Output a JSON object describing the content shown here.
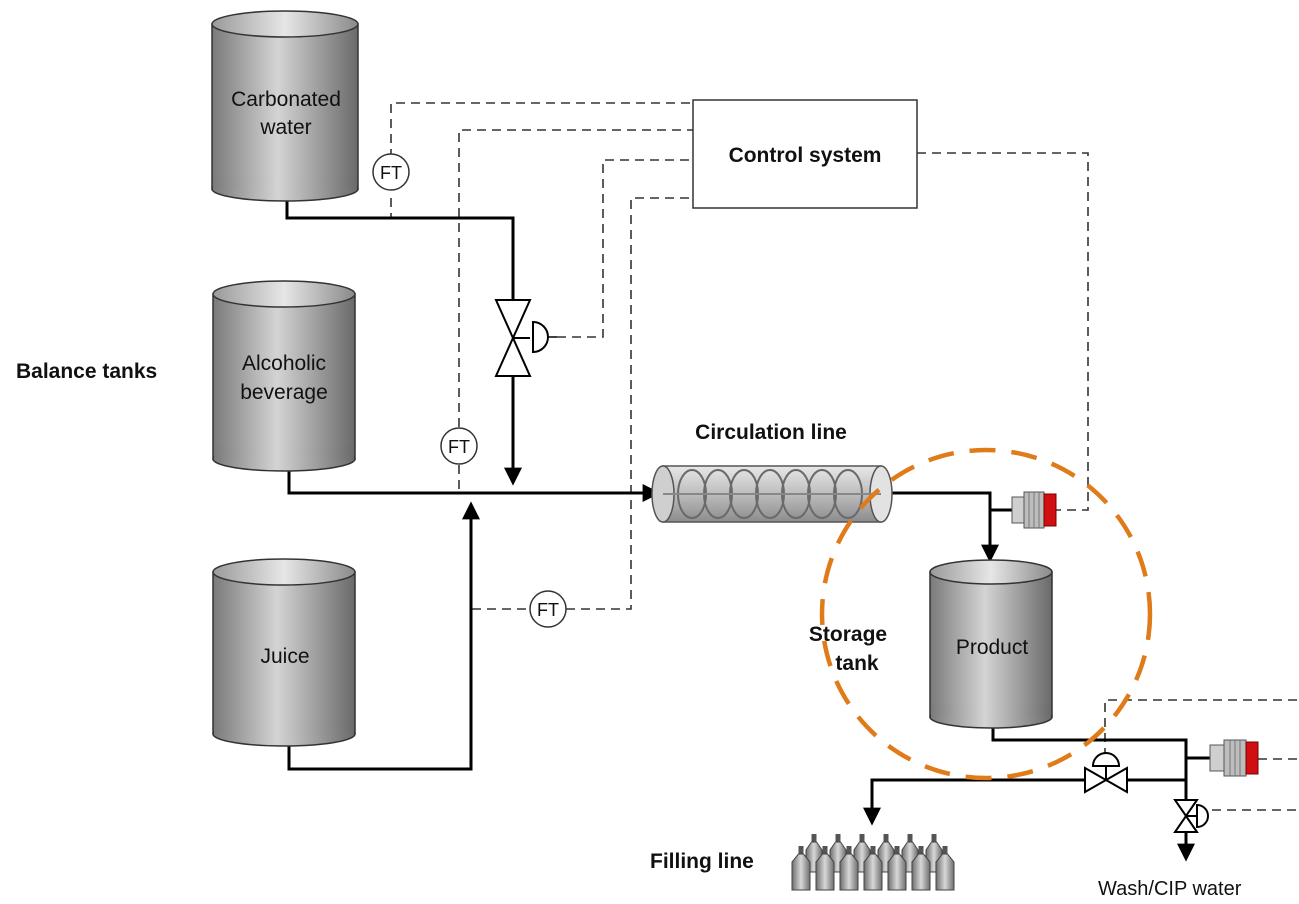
{
  "labels": {
    "balance_tanks": "Balance tanks",
    "control_system": "Control system",
    "circulation_line": "Circulation line",
    "storage_tank_line1": "Storage",
    "storage_tank_line2": "tank",
    "filling_line": "Filling line",
    "wash_cip": "Wash/CIP water"
  },
  "tanks": {
    "carbonated_line1": "Carbonated",
    "carbonated_line2": "water",
    "alcoholic_line1": "Alcoholic",
    "alcoholic_line2": "beverage",
    "juice": "Juice",
    "product": "Product"
  },
  "instruments": {
    "ft_1": "FT",
    "ft_2": "FT",
    "ft_3": "FT"
  },
  "colors": {
    "highlight_circle": "#E07B1A",
    "sensor_tip": "#D01010",
    "pipe": "#000000",
    "signal_line": "#333333"
  }
}
